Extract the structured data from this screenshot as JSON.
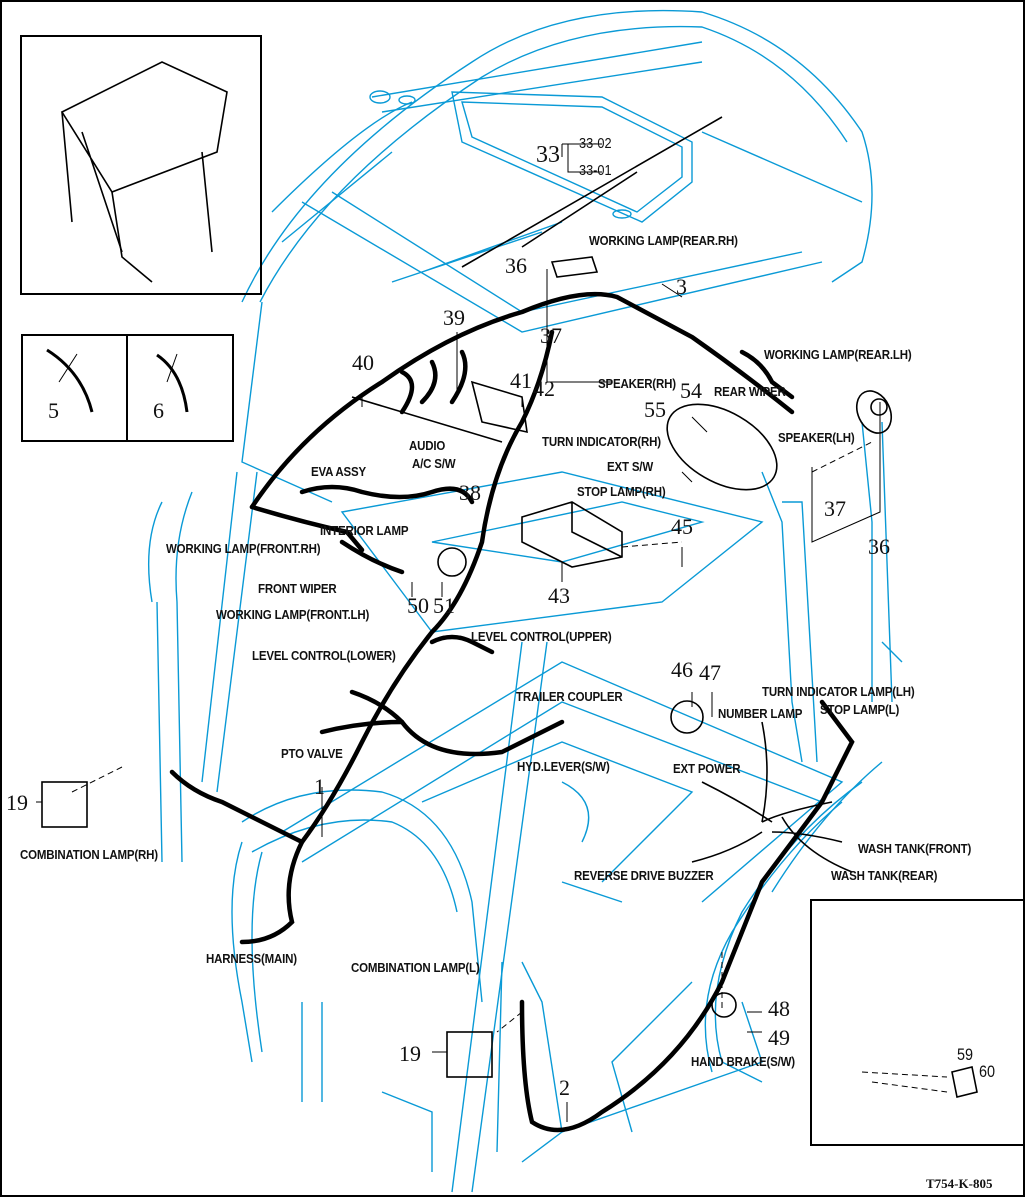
{
  "diagram": {
    "figure_code": "T754-K-805",
    "colors": {
      "body_line": "#0a9ad6",
      "harness": "#000000",
      "label": "#111111"
    },
    "inset_callouts": {
      "part_5": "5",
      "part_6": "6"
    },
    "detail_callouts": {
      "part_59": "59",
      "part_60": "60"
    },
    "callouts": {
      "p1": "1",
      "p2": "2",
      "p3": "3",
      "p19a": "19",
      "p19b": "19",
      "p33": "33",
      "p33_01": "33-01",
      "p33_02": "33-02",
      "p36a": "36",
      "p36b": "36",
      "p37a": "37",
      "p37b": "37",
      "p38": "38",
      "p39": "39",
      "p40": "40",
      "p41": "41",
      "p42": "42",
      "p43": "43",
      "p45": "45",
      "p46": "46",
      "p47": "47",
      "p48": "48",
      "p49": "49",
      "p50": "50",
      "p51": "51",
      "p54": "54",
      "p55": "55"
    },
    "labels": {
      "working_lamp_rear_rh": "WORKING LAMP(REAR.RH)",
      "working_lamp_rear_lh": "WORKING LAMP(REAR.LH)",
      "speaker_rh": "SPEAKER(RH)",
      "speaker_lh": "SPEAKER(LH)",
      "rear_wiper": "REAR WIPER",
      "audio": "AUDIO",
      "ac_sw": "A/C S/W",
      "turn_indicator_rh": "TURN INDICATOR(RH)",
      "ext_sw": "EXT S/W",
      "stop_lamp_rh": "STOP LAMP(RH)",
      "eva_assy": "EVA ASSY",
      "interior_lamp": "INTERIOR LAMP",
      "working_lamp_front_rh": "WORKING LAMP(FRONT.RH)",
      "front_wiper": "FRONT WIPER",
      "working_lamp_front_lh": "WORKING LAMP(FRONT.LH)",
      "level_control_upper": "LEVEL CONTROL(UPPER)",
      "level_control_lower": "LEVEL CONTROL(LOWER)",
      "trailer_coupler": "TRAILER COUPLER",
      "pto_valve": "PTO VALVE",
      "hyd_lever_sw": "HYD.LEVER(S/W)",
      "turn_indicator_lamp_lh": "TURN INDICATOR LAMP(LH)",
      "number_lamp": "NUMBER LAMP",
      "stop_lamp_l": "STOP LAMP(L)",
      "ext_power": "EXT POWER",
      "wash_tank_front": "WASH TANK(FRONT)",
      "reverse_drive_buzzer": "REVERSE DRIVE BUZZER",
      "wash_tank_rear": "WASH TANK(REAR)",
      "combination_lamp_rh": "COMBINATION LAMP(RH)",
      "harness_main": "HARNESS(MAIN)",
      "combination_lamp_l": "COMBINATION LAMP(L)",
      "hand_brake_sw": "HAND BRAKE(S/W)"
    }
  }
}
